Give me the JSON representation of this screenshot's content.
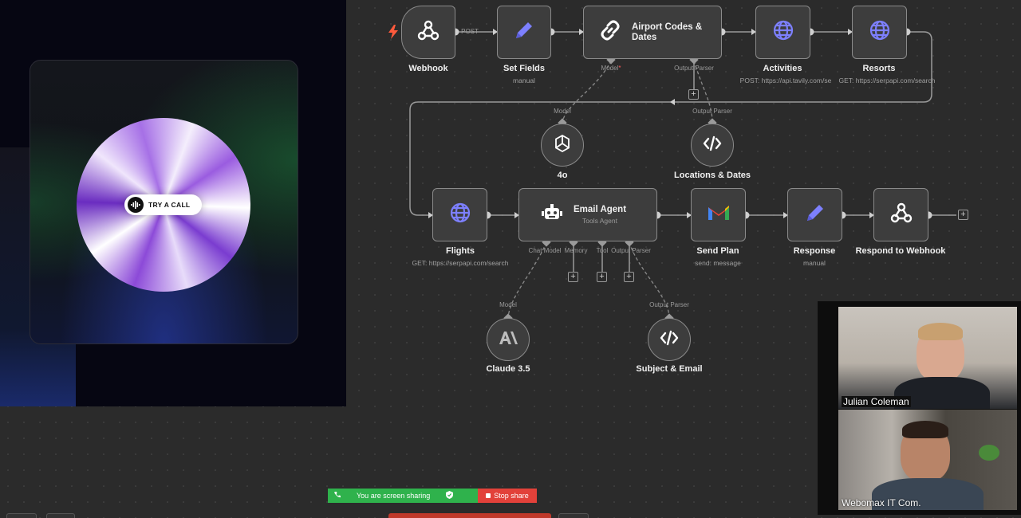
{
  "nodes": {
    "webhook": {
      "title": "Webhook",
      "method": "POST"
    },
    "set_fields": {
      "title": "Set Fields",
      "sub": "manual"
    },
    "airport": {
      "title_line1": "Airport Codes &",
      "title_line2": "Dates",
      "port_model": "Model",
      "port_model_required": "*",
      "port_output": "Output Parser"
    },
    "activities": {
      "title": "Activities",
      "sub": "POST: https://api.tavily.com/se"
    },
    "resorts": {
      "title": "Resorts",
      "sub": "GET: https://serpapi.com/search"
    },
    "model_4o": {
      "port": "Model",
      "title": "4o"
    },
    "locations": {
      "port": "Output Parser",
      "title": "Locations & Dates"
    },
    "flights": {
      "title": "Flights",
      "sub": "GET: https://serpapi.com/search"
    },
    "email_agent": {
      "title": "Email Agent",
      "sub": "Tools Agent",
      "port_chat": "Chat Model",
      "port_memory": "Memory",
      "port_tool": "Tool",
      "port_output": "Output Parser"
    },
    "send_plan": {
      "title": "Send Plan",
      "sub": "send: message"
    },
    "response": {
      "title": "Response",
      "sub": "manual"
    },
    "respond": {
      "title": "Respond to Webhook"
    },
    "claude": {
      "port": "Model",
      "title": "Claude 3.5"
    },
    "subject": {
      "port": "Output Parser",
      "title": "Subject & Email"
    }
  },
  "overlay": {
    "button_label": "TRY A CALL"
  },
  "video": {
    "participant1": "Julian Coleman",
    "participant2": "Webomax IT Com."
  },
  "screen_share": {
    "status": "You are screen sharing",
    "stop_label": "Stop share"
  },
  "icons": {
    "trigger": "lightning-icon",
    "webhook": "webhook-icon",
    "set": "pencil-icon",
    "link": "link-icon",
    "http": "globe-icon",
    "openai": "openai-icon",
    "code": "code-icon",
    "robot": "robot-icon",
    "gmail": "gmail-icon",
    "anthropic": "anthropic-icon"
  },
  "colors": {
    "accent_red": "#e2413a",
    "share_green": "#2fb24c",
    "node_border": "#8a8a8a"
  }
}
